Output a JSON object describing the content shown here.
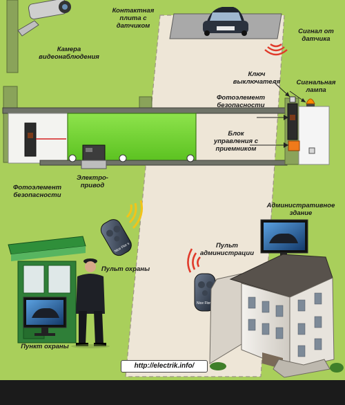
{
  "labels": {
    "camera": "Камера\nвидеонаблюдения",
    "contact_plate": "Контактная\nплита с\nдатчиком",
    "sensor_signal": "Сигнал от\nдатчика",
    "key_switch": "Ключ\nвыключателя",
    "signal_lamp": "Сигнальная\nлампа",
    "photocell_right": "Фотоэлемент\nбезопасности",
    "control_unit": "Блок\nуправления с\nприемником",
    "photocell_left": "Фотоэлемент\nбезопасности",
    "electric_drive": "Электро-\nпривод",
    "admin_building": "Административное\nздание",
    "admin_remote": "Пульт\nадминистрации",
    "guard_remote": "Пульт охраны",
    "guard_post": "Пункт охраны"
  },
  "url": "http://electrik.info/",
  "remote_brand": "Nice Flor s",
  "colors": {
    "background": "#a9cf5b",
    "road": "#eee6d7",
    "gate_fill": "#74d334",
    "rail": "#6f7368",
    "signal_waves": "#e03a2a",
    "remote_waves": "#f2c41a",
    "lamp": "#ff8a00",
    "control_unit": "#f07a1a",
    "beam": "#d42020"
  },
  "icons": {
    "camera": "cctv-camera-icon",
    "car": "car-icon",
    "remote": "remote-control-icon",
    "monitor": "monitor-icon",
    "lamp": "signal-lamp-icon",
    "drive": "gate-motor-icon",
    "guard": "security-guard-icon",
    "booth": "guard-booth-icon",
    "building": "office-building-icon"
  }
}
